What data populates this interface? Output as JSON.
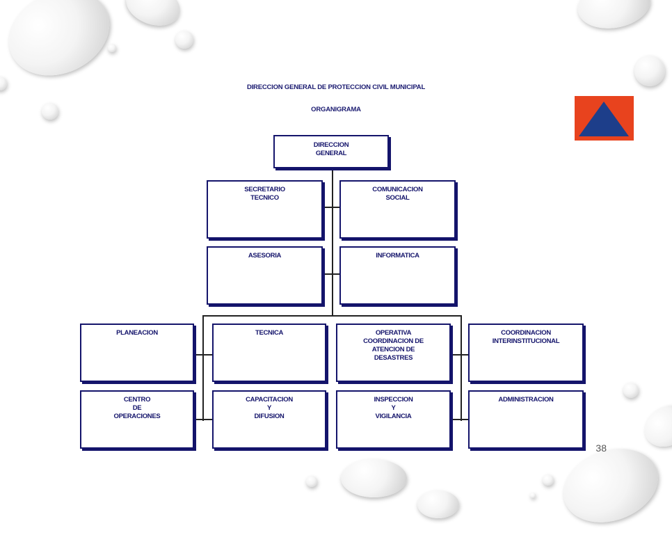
{
  "title": "DIRECCION GENERAL DE PROTECCION CIVIL MUNICIPAL",
  "subtitle": "ORGANIGRAMA",
  "page_number": "38",
  "logo": {
    "background": "#e8431e",
    "symbol": "blue-triangle",
    "symbol_color": "#1d3e8a"
  },
  "nodes": {
    "direccion": "DIRECCION\nGENERAL",
    "secretario": "SECRETARIO\nTECNICO",
    "comunicacion": "COMUNICACION\nSOCIAL",
    "asesoria": "ASESORIA",
    "informatica": "INFORMATICA",
    "planeacion": "PLANEACION",
    "tecnica": "TECNICA",
    "operativa": "OPERATIVA\nCOORDINACION DE\nATENCION DE\nDESASTRES",
    "coordinacion": "COORDINACION\nINTERINSTITUCIONAL",
    "centro": "CENTRO\nDE\nOPERACIONES",
    "capacitacion": "CAPACITACION\nY\nDIFUSION",
    "inspeccion": "INSPECCION\nY\nVIGILANCIA",
    "administracion": "ADMINISTRACION"
  },
  "colors": {
    "box_border": "#14146b",
    "text": "#14146b"
  }
}
